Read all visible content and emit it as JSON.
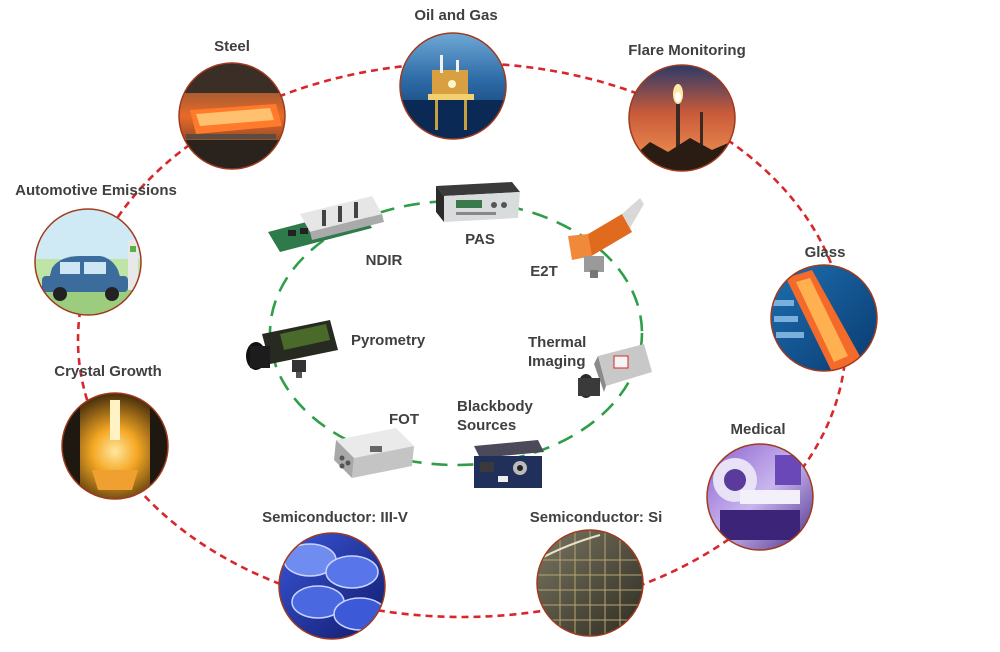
{
  "applications": [
    {
      "id": "oil-gas",
      "label": "Oil and Gas",
      "icon": "offshore-platform-icon"
    },
    {
      "id": "flare",
      "label": "Flare Monitoring",
      "icon": "flare-stack-icon"
    },
    {
      "id": "glass",
      "label": "Glass",
      "icon": "glass-furnace-icon"
    },
    {
      "id": "medical",
      "label": "Medical",
      "icon": "mri-scanner-icon"
    },
    {
      "id": "semi-si",
      "label": "Semiconductor: Si",
      "icon": "silicon-wafer-icon"
    },
    {
      "id": "semi-iiiv",
      "label": "Semiconductor: III-V",
      "icon": "wafer-stack-icon"
    },
    {
      "id": "crystal",
      "label": "Crystal Growth",
      "icon": "crystal-furnace-icon"
    },
    {
      "id": "auto",
      "label": "Automotive Emissions",
      "icon": "car-charging-icon"
    },
    {
      "id": "steel",
      "label": "Steel",
      "icon": "hot-steel-slab-icon"
    }
  ],
  "technologies": [
    {
      "id": "pas",
      "label": "PAS",
      "icon": "pas-analyzer-icon"
    },
    {
      "id": "e2t",
      "label": "E2T",
      "icon": "e2t-pyrometer-icon"
    },
    {
      "id": "thermal",
      "label": "Thermal Imaging",
      "icon": "thermal-camera-icon"
    },
    {
      "id": "blackbody",
      "label": "Blackbody Sources",
      "icon": "blackbody-source-icon"
    },
    {
      "id": "fot",
      "label": "FOT",
      "icon": "fot-module-icon"
    },
    {
      "id": "pyrometry",
      "label": "Pyrometry",
      "icon": "pyrometer-icon"
    },
    {
      "id": "ndir",
      "label": "NDIR",
      "icon": "ndir-board-icon"
    }
  ],
  "colors": {
    "outer_ring": "#d9262c",
    "inner_ring": "#2f9e48",
    "node_border": "#a03a1e",
    "label_text": "#404040"
  }
}
